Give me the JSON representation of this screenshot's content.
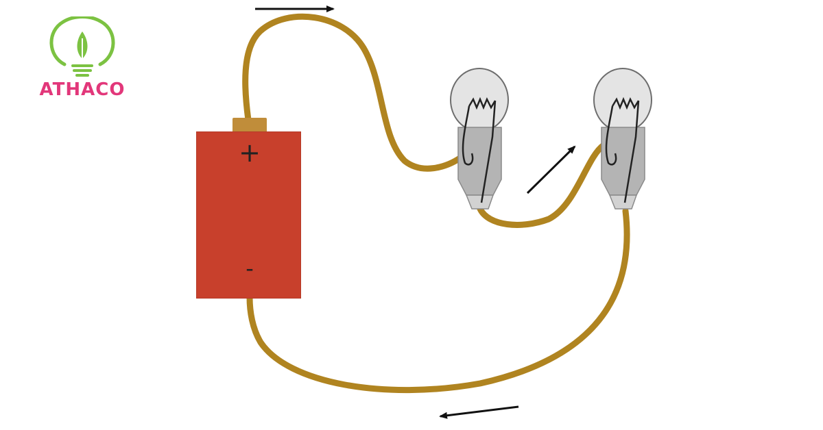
{
  "logo": {
    "name": "ATHACO",
    "icon": "lightbulb-leaf-icon",
    "colors": {
      "text": "#e2377a",
      "icon": "#7cc242"
    }
  },
  "diagram": {
    "battery": {
      "positive_label": "+",
      "negative_label": "-",
      "color": "#c8402c",
      "terminal_color": "#c08d3a"
    },
    "wire_color": "#b08420",
    "bulbs": [
      {
        "name": "bulb-1",
        "icon": "light-bulb-icon"
      },
      {
        "name": "bulb-2",
        "icon": "light-bulb-icon"
      }
    ],
    "current_arrows": [
      {
        "name": "arrow-top",
        "direction": "right"
      },
      {
        "name": "arrow-middle",
        "direction": "up-right"
      },
      {
        "name": "arrow-bottom",
        "direction": "left"
      }
    ]
  }
}
